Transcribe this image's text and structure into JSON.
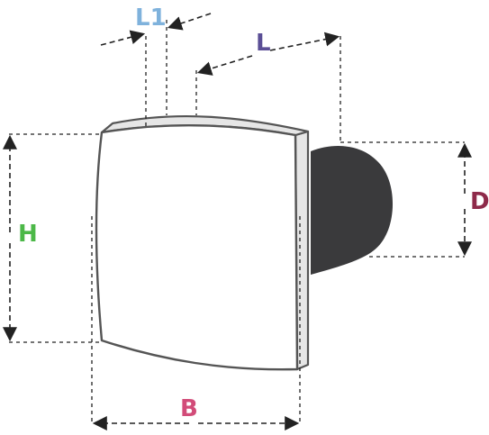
{
  "labels": {
    "l1": "L1",
    "l": "L",
    "h": "H",
    "d": "D",
    "b": "B"
  },
  "colors": {
    "l1": "#7fb2dc",
    "l": "#5b4f96",
    "h": "#4cb848",
    "d": "#8e2a4a",
    "b": "#d24c79",
    "motor": "#3a3a3c",
    "outline": "#555555",
    "frame": "#e6e6e6"
  }
}
